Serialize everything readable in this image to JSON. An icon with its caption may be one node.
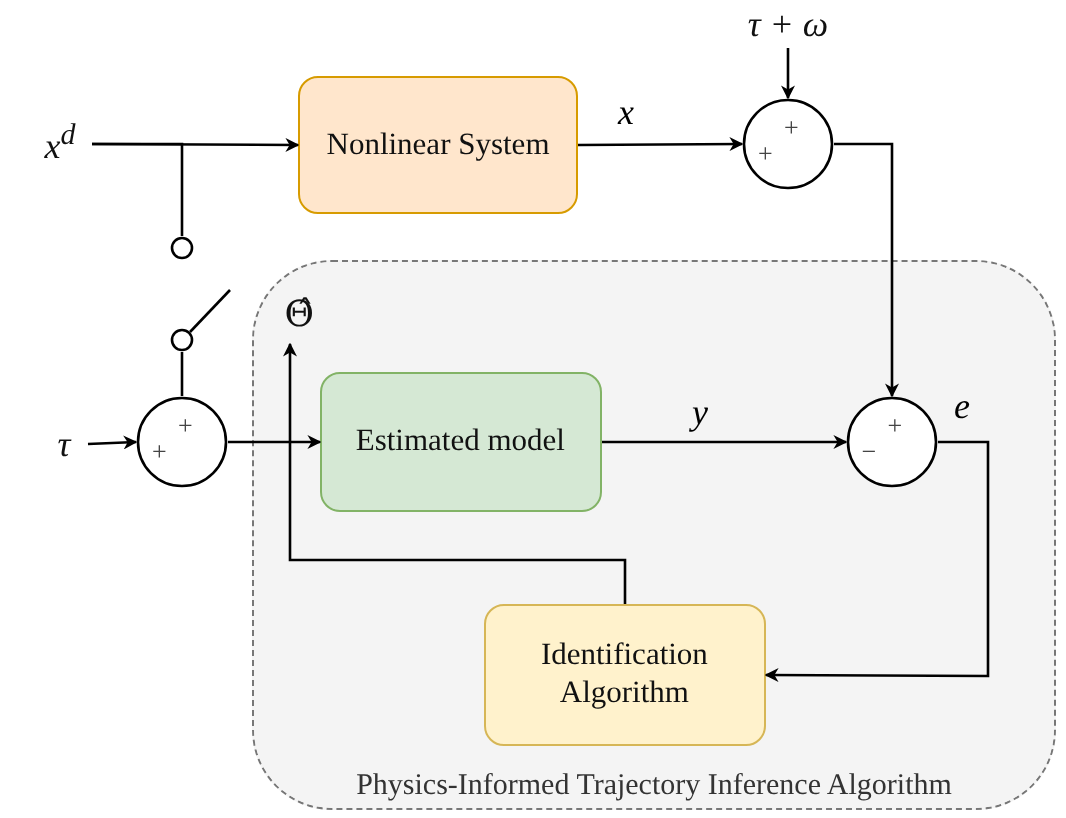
{
  "diagram": {
    "nodes": [
      {
        "text": [
          "Physics-Informed Trajectory Inference Algorithm"
        ]
      },
      {
        "text": [
          "x$^{d}$"
        ]
      },
      {
        "text": [
          "Nonlinear System"
        ]
      },
      {
        "text": [
          "+",
          "+"
        ]
      },
      {
        "text": [
          "τ + ω"
        ]
      },
      {
        "text": [
          "τ"
        ]
      },
      {
        "text": [
          "+",
          "+"
        ]
      },
      {
        "text": [
          "Estimated model"
        ],
        "in": 0
      },
      {
        "text": [
          "+",
          "−"
        ],
        "in": 0
      },
      {
        "text": [
          "Identification Algorithm"
        ],
        "in": 0
      },
      {
        "text": [
          "Θ̂"
        ],
        "in": 0
      },
      {
        "text": [],
        "shape": "switch"
      }
    ],
    "edges": [
      {
        "from": 1,
        "to": 2,
        "arrow": "to"
      },
      {
        "from": 1,
        "to": 11,
        "arrow": "none"
      },
      {
        "from": 11,
        "to": 6,
        "arrow": "none"
      },
      {
        "from": 2,
        "to": 3,
        "arrow": "to",
        "label": "x"
      },
      {
        "from": 4,
        "to": 3,
        "arrow": "to"
      },
      {
        "from": 5,
        "to": 6,
        "arrow": "to"
      },
      {
        "from": 6,
        "to": 7,
        "arrow": "to"
      },
      {
        "from": 7,
        "to": 8,
        "arrow": "to",
        "label": "y"
      },
      {
        "from": 3,
        "to": 8,
        "arrow": "to"
      },
      {
        "from": 8,
        "to": 9,
        "arrow": "to",
        "label": "e"
      },
      {
        "from": 9,
        "to": 10,
        "arrow": "to"
      }
    ]
  }
}
